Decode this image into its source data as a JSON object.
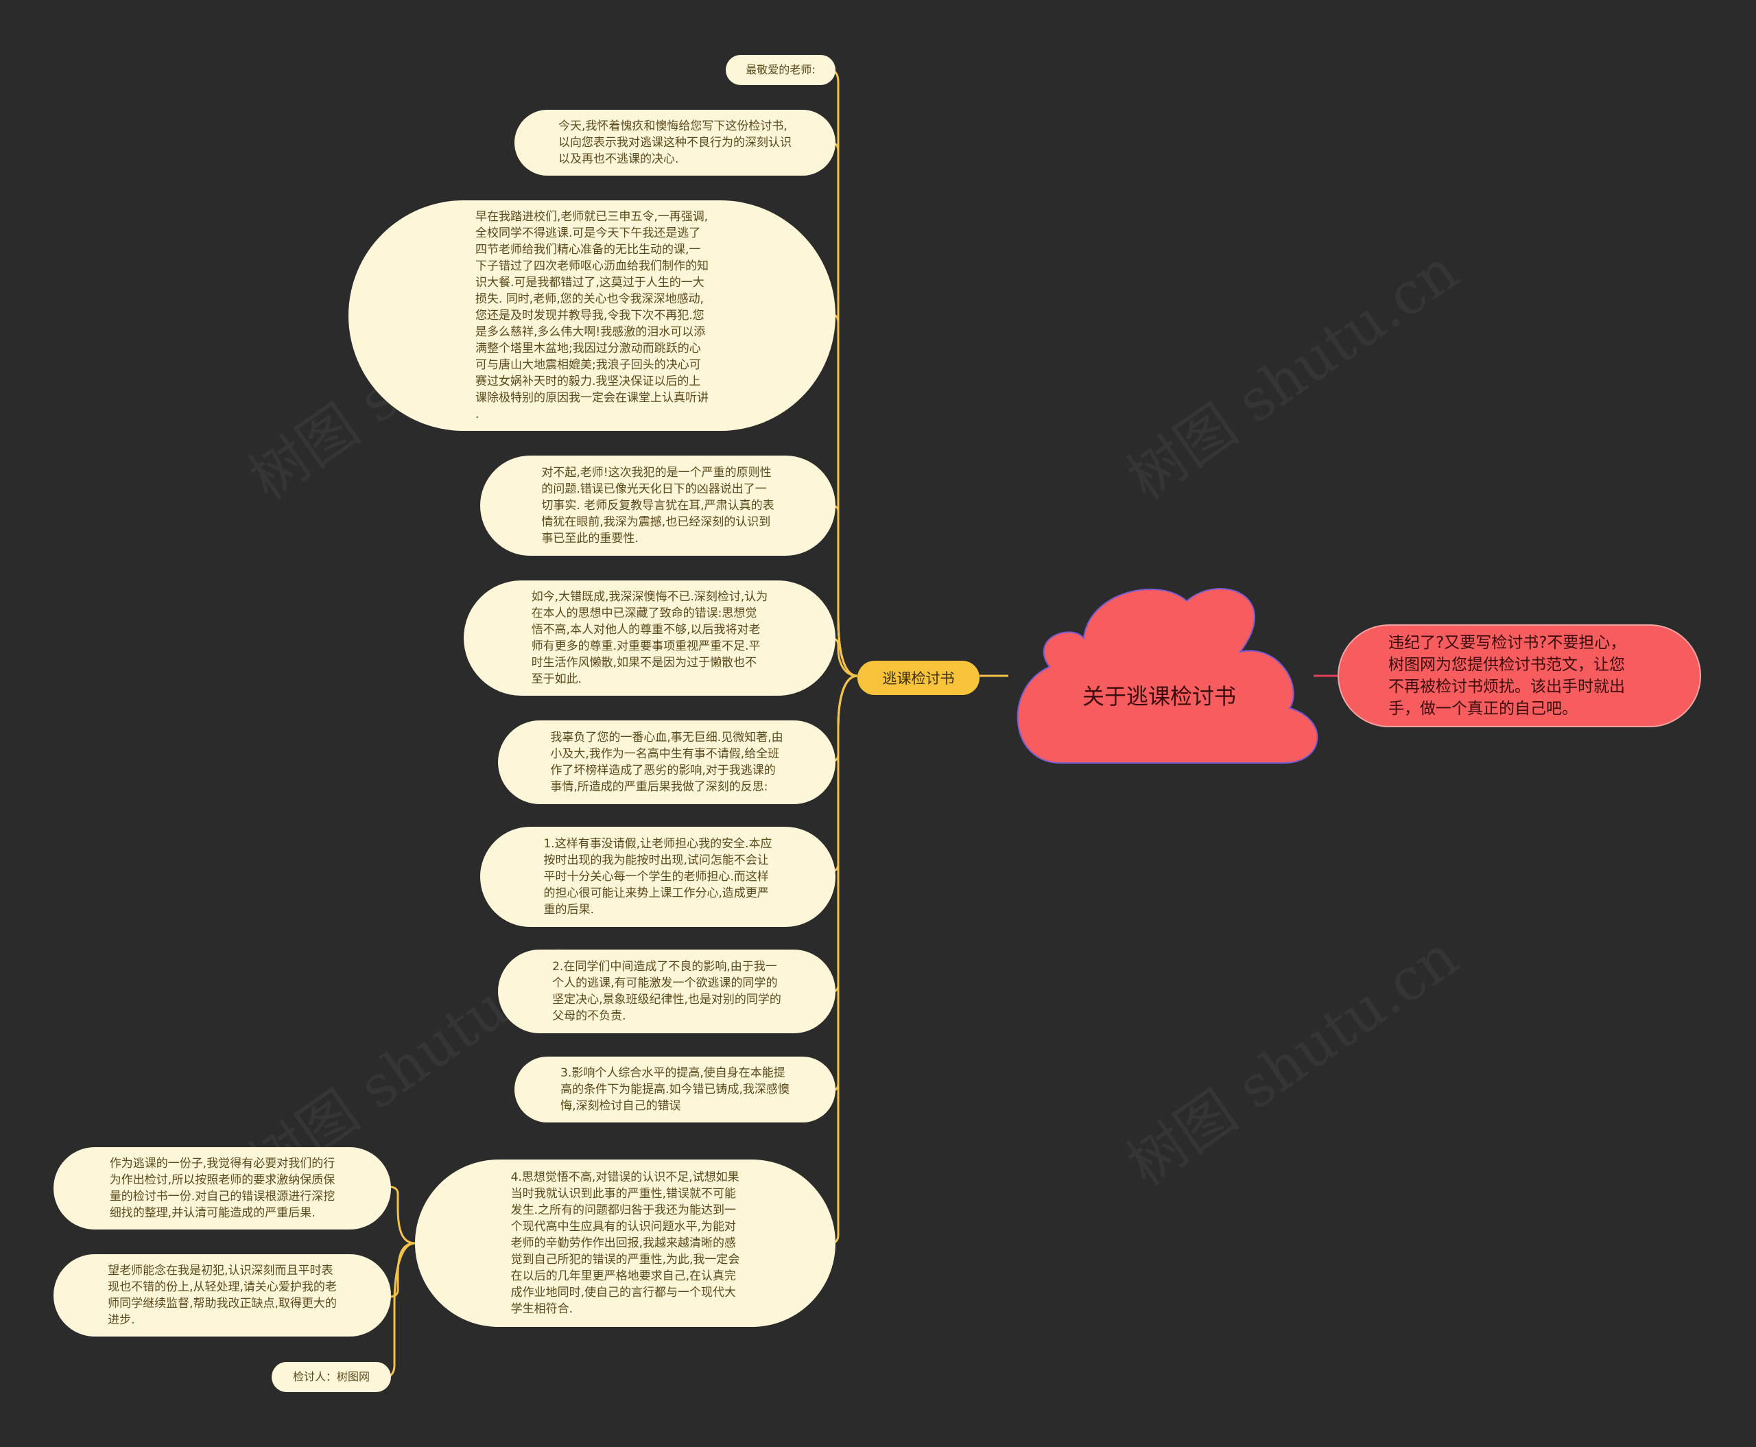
{
  "colors": {
    "background": "#2b2b2b",
    "root": "#f75c5e",
    "branch": "#f7c33b",
    "leaf": "#fdf6d8",
    "connector": "#f2c24a",
    "summary_connector": "#e0405a"
  },
  "root": {
    "label": "关于逃课检讨书",
    "shape": "cloud"
  },
  "summary": {
    "text": "违纪了?又要写检讨书?不要担心，\n树图网为您提供检讨书范文，让您\n不再被检讨书烦扰。该出手时就出\n手，做一个真正的自己吧。"
  },
  "branch": {
    "label": "逃课检讨书"
  },
  "nodes": [
    {
      "text": "最敬爱的老师:"
    },
    {
      "text": "今天,我怀着愧疚和懊悔给您写下这份检讨书,\n以向您表示我对逃课这种不良行为的深刻认识\n以及再也不逃课的决心."
    },
    {
      "text": "早在我踏进校们,老师就已三申五令,一再强调,\n全校同学不得逃课.可是今天下午我还是逃了\n四节老师给我们精心准备的无比生动的课,一\n下子错过了四次老师呕心沥血给我们制作的知\n识大餐.可是我都错过了,这莫过于人生的一大\n损失. 同时,老师,您的关心也令我深深地感动,\n您还是及时发现并教导我,令我下次不再犯.您\n是多么慈祥,多么伟大啊!我感激的泪水可以添\n满整个塔里木盆地;我因过分激动而跳跃的心\n可与唐山大地震相媲美;我浪子回头的决心可\n赛过女娲补天时的毅力.我坚决保证以后的上\n课除极特别的原因我一定会在课堂上认真听讲\n."
    },
    {
      "text": "对不起,老师!这次我犯的是一个严重的原则性\n的问题.错误已像光天化日下的凶器说出了一\n切事实. 老师反复教导言犹在耳,严肃认真的表\n情犹在眼前,我深为震撼,也已经深刻的认识到\n事已至此的重要性."
    },
    {
      "text": "如今,大错既成,我深深懊悔不已.深刻检讨,认为\n在本人的思想中已深藏了致命的错误:思想觉\n悟不高,本人对他人的尊重不够,以后我将对老\n师有更多的尊重.对重要事项重视严重不足.平\n时生活作风懒散,如果不是因为过于懒散也不\n至于如此."
    },
    {
      "text": "我辜负了您的一番心血,事无巨细.见微知著,由\n小及大,我作为一名高中生有事不请假,给全班\n作了坏榜样造成了恶劣的影响,对于我逃课的\n事情,所造成的严重后果我做了深刻的反思:"
    },
    {
      "text": "1.这样有事没请假,让老师担心我的安全.本应\n按时出现的我为能按时出现,试问怎能不会让\n平时十分关心每一个学生的老师担心.而这样\n的担心很可能让来势上课工作分心,造成更严\n重的后果."
    },
    {
      "text": "2.在同学们中间造成了不良的影响,由于我一\n个人的逃课,有可能激发一个欲逃课的同学的\n坚定决心,景象班级纪律性,也是对别的同学的\n父母的不负责."
    },
    {
      "text": "3.影响个人综合水平的提高,使自身在本能提\n高的条件下为能提高.如今错已铸成,我深感懊\n悔,深刻检讨自己的错误"
    },
    {
      "text": "4.思想觉悟不高,对错误的认识不足,试想如果\n当时我就认识到此事的严重性,错误就不可能\n发生.之所有的问题都归咎于我还为能达到一\n个现代高中生应具有的认识问题水平,为能对\n老师的辛勤劳作作出回报,我越来越清晰的感\n觉到自己所犯的错误的严重性,为此,我一定会\n在以后的几年里更严格地要求自己,在认真完\n成作业地同时,使自己的言行都与一个现代大\n学生相符合."
    }
  ],
  "sub_nodes": [
    {
      "text": "作为逃课的一份子,我觉得有必要对我们的行\n为作出检讨,所以按照老师的要求激纳保质保\n量的检讨书一份.对自己的错误根源进行深挖\n细找的整理,并认清可能造成的严重后果."
    },
    {
      "text": "望老师能念在我是初犯,认识深刻而且平时表\n现也不错的份上,从轻处理,请关心爱护我的老\n师同学继续监督,帮助我改正缺点,取得更大的\n进步."
    },
    {
      "text": "检讨人：树图网"
    }
  ],
  "watermark": "树图 shutu.cn"
}
